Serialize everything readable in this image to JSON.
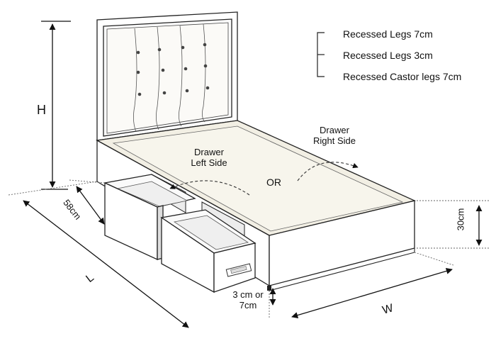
{
  "legend": {
    "items": [
      "Recessed Legs 7cm",
      "Recessed Legs 3cm",
      "Recessed Castor legs 7cm"
    ]
  },
  "labels": {
    "height": "H",
    "length": "L",
    "width": "W",
    "drawer_depth": "58cm",
    "base_height": "30cm",
    "leg_line1": "3 cm or",
    "leg_line2": "7cm",
    "drawer_left_line1": "Drawer",
    "drawer_left_line2": "Left Side",
    "drawer_right_line1": "Drawer",
    "drawer_right_line2": "Right Side",
    "or": "OR"
  }
}
